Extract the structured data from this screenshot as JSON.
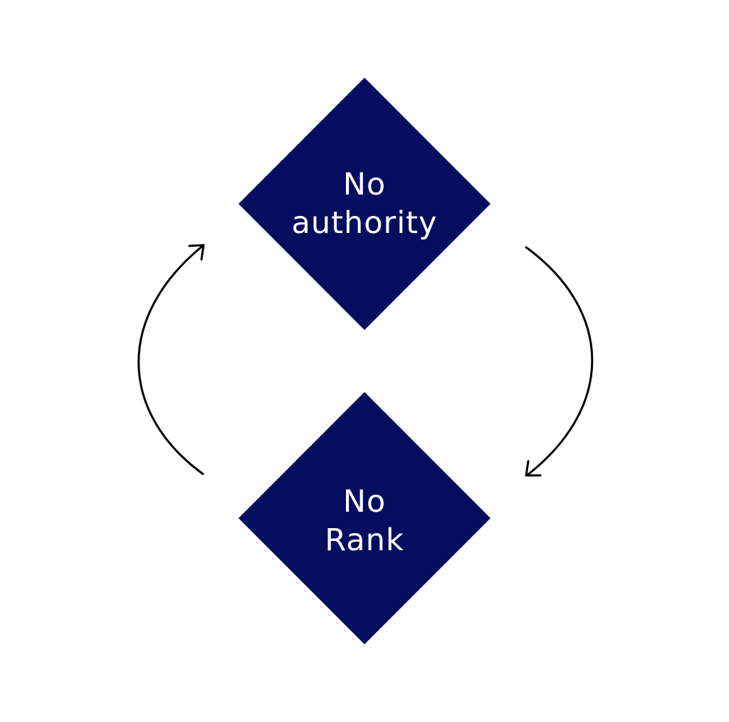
{
  "diagram": {
    "background_color": "#ffffff",
    "node_color": "#050e5e",
    "text_color": "#ffffff",
    "arrow_color": "#000000",
    "nodes": [
      {
        "id": "top",
        "shape": "diamond",
        "lines": [
          "No",
          "authority"
        ]
      },
      {
        "id": "bottom",
        "shape": "diamond",
        "lines": [
          "No",
          "Rank"
        ]
      }
    ],
    "edges": [
      {
        "from": "top",
        "to": "bottom",
        "side": "right",
        "icon": "curved-arrow-icon"
      },
      {
        "from": "bottom",
        "to": "top",
        "side": "left",
        "icon": "curved-arrow-icon"
      }
    ]
  }
}
